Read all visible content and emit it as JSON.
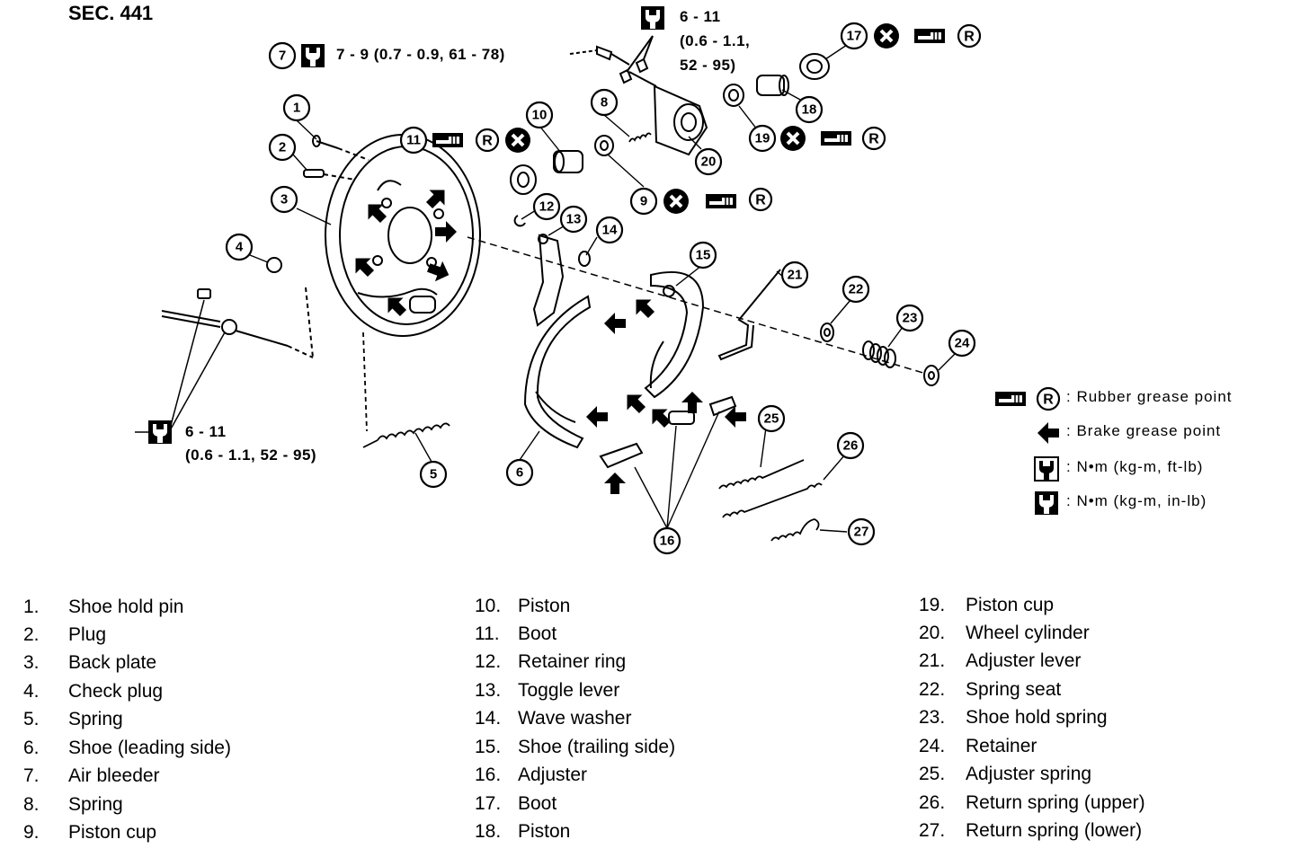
{
  "section": "SEC. 441",
  "torque": {
    "air_bleeder_num": "7",
    "air_bleeder_spec": "7 - 9 (0.7 - 0.9, 61 - 78)",
    "cylinder_spec_line1": "6 - 11",
    "cylinder_spec_line2": "(0.6 - 1.1,",
    "cylinder_spec_line3": "52 - 95)",
    "backplate_spec_line1": "6 - 11",
    "backplate_spec_line2": "(0.6 - 1.1, 52 - 95)"
  },
  "symbols": {
    "r_mark": "R",
    "x_mark": "✕"
  },
  "legend": [
    {
      "symbol": "rubber-grease-icon",
      "text": ": Rubber grease point"
    },
    {
      "symbol": "brake-grease-arrow-icon",
      "text": ": Brake grease point"
    },
    {
      "symbol": "torque-ftlb-icon",
      "text": ": N•m (kg-m, ft-lb)"
    },
    {
      "symbol": "torque-inlb-icon",
      "text": ": N•m (kg-m, in-lb)"
    }
  ],
  "callouts": [
    "1",
    "2",
    "3",
    "4",
    "5",
    "6",
    "7",
    "8",
    "9",
    "10",
    "11",
    "12",
    "13",
    "14",
    "15",
    "16",
    "17",
    "18",
    "19",
    "20",
    "21",
    "22",
    "23",
    "24",
    "25",
    "26",
    "27"
  ],
  "parts_col1": [
    {
      "num": "1.",
      "name": "Shoe hold pin"
    },
    {
      "num": "2.",
      "name": "Plug"
    },
    {
      "num": "3.",
      "name": "Back plate"
    },
    {
      "num": "4.",
      "name": "Check plug"
    },
    {
      "num": "5.",
      "name": "Spring"
    },
    {
      "num": "6.",
      "name": "Shoe (leading side)"
    },
    {
      "num": "7.",
      "name": "Air bleeder"
    },
    {
      "num": "8.",
      "name": "Spring"
    },
    {
      "num": "9.",
      "name": "Piston cup"
    }
  ],
  "parts_col2": [
    {
      "num": "10.",
      "name": "Piston"
    },
    {
      "num": "11.",
      "name": "Boot"
    },
    {
      "num": "12.",
      "name": "Retainer ring"
    },
    {
      "num": "13.",
      "name": "Toggle lever"
    },
    {
      "num": "14.",
      "name": "Wave washer"
    },
    {
      "num": "15.",
      "name": "Shoe (trailing side)"
    },
    {
      "num": "16.",
      "name": "Adjuster"
    },
    {
      "num": "17.",
      "name": "Boot"
    },
    {
      "num": "18.",
      "name": "Piston"
    }
  ],
  "parts_col3": [
    {
      "num": "19.",
      "name": "Piston cup"
    },
    {
      "num": "20.",
      "name": "Wheel cylinder"
    },
    {
      "num": "21.",
      "name": "Adjuster lever"
    },
    {
      "num": "22.",
      "name": "Spring seat"
    },
    {
      "num": "23.",
      "name": "Shoe hold spring"
    },
    {
      "num": "24.",
      "name": "Retainer"
    },
    {
      "num": "25.",
      "name": "Adjuster spring"
    },
    {
      "num": "26.",
      "name": "Return spring (upper)"
    },
    {
      "num": "27.",
      "name": "Return spring (lower)"
    }
  ]
}
